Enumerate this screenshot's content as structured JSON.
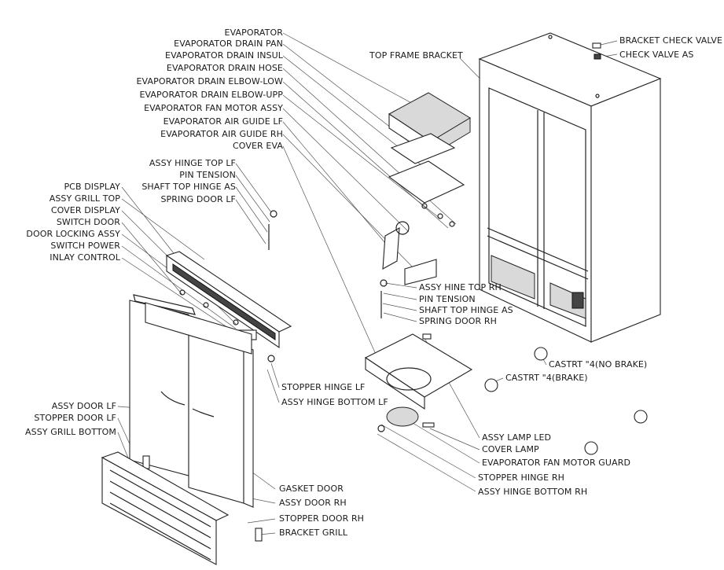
{
  "labels": {
    "evaporator": "EVAPORATOR",
    "evaporator_drain_pan": "EVAPORATOR DRAIN PAN",
    "evaporator_drain_insul": "EVAPORATOR DRAIN INSUL",
    "evaporator_drain_hose": "EVAPORATOR DRAIN HOSE",
    "evaporator_drain_elbow_low": "EVAPORATOR DRAIN ELBOW-LOW",
    "evaporator_drain_elbow_upp": "EVAPORATOR DRAIN ELBOW-UPP",
    "evaporator_fan_motor_assy": "EVAPORATOR FAN MOTOR ASSY",
    "evaporator_air_guide_lf": "EVAPORATOR AIR GUIDE LF",
    "evaporator_air_guide_rh": "EVAPORATOR AIR GUIDE RH",
    "cover_eva": "COVER EVA",
    "top_frame_bracket": "TOP FRAME BRACKET",
    "bracket_check_valve": "BRACKET CHECK VALVE",
    "check_valve_as": "CHECK VALVE AS",
    "assy_hinge_top_lf": "ASSY HINGE TOP LF",
    "pin_tension_lf": "PIN TENSION",
    "shaft_top_hinge_as_lf": "SHAFT TOP HINGE AS",
    "spring_door_lf": "SPRING DOOR LF",
    "pcb_display": "PCB DISPLAY",
    "assy_grill_top": "ASSY GRILL TOP",
    "cover_display": "COVER DISPLAY",
    "switch_door": "SWITCH DOOR",
    "door_locking_assy": "DOOR LOCKING ASSY",
    "switch_power": "SWITCH POWER",
    "inlay_control": "INLAY CONTROL",
    "assy_hine_top_rh": "ASSY HINE TOP RH",
    "pin_tension_rh": "PIN TENSION",
    "shaft_top_hinge_as_rh": "SHAFT TOP HINGE AS",
    "spring_door_rh": "SPRING DOOR RH",
    "castrt_no_brake": "CASTRT \"4(NO BRAKE)",
    "castrt_brake": "CASTRT \"4(BRAKE)",
    "stopper_hinge_lf": "STOPPER HINGE LF",
    "assy_hinge_bottom_lf": "ASSY HINGE BOTTOM LF",
    "assy_door_lf": "ASSY DOOR LF",
    "stopper_door_lf": "STOPPER DOOR LF",
    "assy_grill_bottom": "ASSY GRILL BOTTOM",
    "assy_lamp_led": "ASSY LAMP LED",
    "cover_lamp": "COVER LAMP",
    "evaporator_fan_motor_guard": "EVAPORATOR FAN MOTOR GUARD",
    "stopper_hinge_rh": "STOPPER HINGE RH",
    "assy_hinge_bottom_rh": "ASSY HINGE BOTTOM RH",
    "gasket_door": "GASKET DOOR",
    "assy_door_rh": "ASSY DOOR RH",
    "stopper_door_rh": "STOPPER DOOR RH",
    "bracket_grill": "BRACKET GRILL"
  },
  "colors": {
    "ink": "#1a1a1a",
    "leader": "#555555",
    "fill": "#ffffff",
    "shade": "#d9d9d9"
  }
}
